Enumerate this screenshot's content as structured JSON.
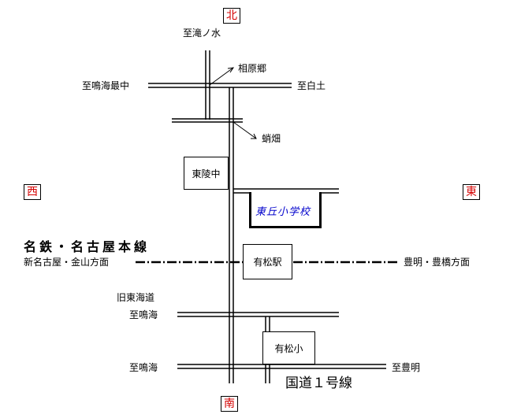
{
  "compass": {
    "north": "北",
    "south": "南",
    "west": "西",
    "east": "東"
  },
  "labels": {
    "to_takinomizu": "至滝ノ水",
    "aiharago": "相原郷",
    "to_narumi_saichu": "至鳴海最中",
    "to_shirotsuchi": "至白土",
    "shohata": "蛸畑",
    "higashioka_middle": "東陵中",
    "higashioka_elementary": "東丘小学校",
    "meitetsu_line": "名鉄・名古屋本線",
    "to_shin_nagoya": "新名古屋・金山方面",
    "arimatsu_station": "有松駅",
    "to_toyoake": "豊明・豊橋方面",
    "old_tokaido": "旧東海道",
    "to_narumi_1": "至鳴海",
    "arimatsu_elementary": "有松小",
    "to_narumi_2": "至鳴海",
    "to_toyoake_2": "至豊明",
    "route1": "国道１号線"
  },
  "colors": {
    "compass_text": "#d40000",
    "school_text": "#0000cc",
    "lines": "#000000"
  }
}
